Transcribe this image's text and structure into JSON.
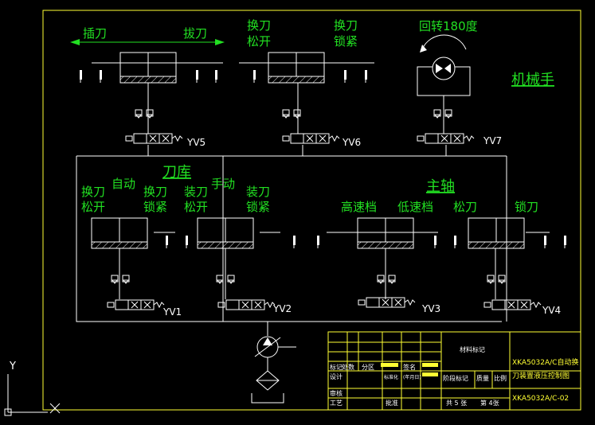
{
  "labels": {
    "insert": "插刀",
    "extract": "拔刀",
    "change_release": [
      "换刀",
      "松开"
    ],
    "change_clamp": [
      "换刀",
      "锁紧"
    ],
    "rotate": "回转180度",
    "manipulator": "机械手",
    "magazine": "刀库",
    "auto": "自动",
    "manual": "手动",
    "mag_change_release": [
      "换刀",
      "松开"
    ],
    "mag_change_clamp": [
      "换刀",
      "锁紧"
    ],
    "load_release": [
      "装刀",
      "松开"
    ],
    "load_clamp": [
      "装刀",
      "锁紧"
    ],
    "spindle": "主轴",
    "high_speed": "高速档",
    "low_speed": "低速档",
    "release": "松刀",
    "clamp": "锁刀"
  },
  "valves": [
    "YV5",
    "YV6",
    "YV7",
    "YV1",
    "YV2",
    "YV3",
    "YV4"
  ],
  "title_block": {
    "material_mark": "材料标记",
    "title_line1": "XKA5032A/C自动换",
    "title_line2": "刀装置液压控制图",
    "drawing_no": "XKA5032A/C-02",
    "mark": "标记",
    "count": "处数",
    "zone": "分区",
    "sign": "签名",
    "design": "设计",
    "standardize": "标准化",
    "date": "(年月日)",
    "stage_mark": "阶段标记",
    "weight": "质量",
    "scale": "比例",
    "review": "审核",
    "process": "工艺",
    "approve": "批准",
    "total_sheets": "共 5 张",
    "sheet_no": "第 4张"
  },
  "axis": {
    "y": "Y",
    "x": "X"
  },
  "colors": {
    "line": "#ffffff",
    "label": "#22e022",
    "frame": "#ffff33"
  }
}
